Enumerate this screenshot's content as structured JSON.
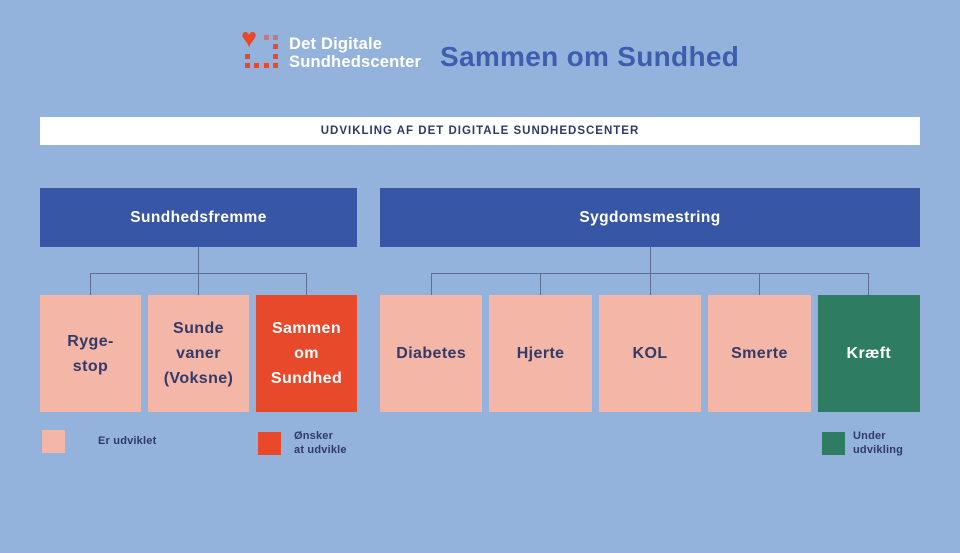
{
  "colors": {
    "background": "#93B3DC",
    "header": "#3856A6",
    "line": "#5F6E95",
    "banner_bg": "#FFFFFF",
    "banner_text": "#2F3A68",
    "title": "#3D5EAD",
    "accent_red": "#E8492A"
  },
  "status_colors": {
    "developed": {
      "bg": "#F4B6A6",
      "text": "#333A68"
    },
    "wish": {
      "bg": "#E8492A",
      "text": "#FFFFFF"
    },
    "under": {
      "bg": "#2E7D62",
      "text": "#FFFFFF"
    }
  },
  "logo": {
    "brand": "Det Digitale\nSundhedscenter",
    "title": "Sammen om Sundhed"
  },
  "banner": {
    "text": "UDVIKLING AF DET DIGITALE SUNDHEDSCENTER"
  },
  "groups": [
    {
      "title": "Sundhedsfremme",
      "children": [
        {
          "label": "Ryge-\nstop",
          "status": "developed"
        },
        {
          "label": "Sunde\nvaner\n(Voksne)",
          "status": "developed"
        },
        {
          "label": "Sammen\nom\nSundhed",
          "status": "wish"
        }
      ]
    },
    {
      "title": "Sygdomsmestring",
      "children": [
        {
          "label": "Diabetes",
          "status": "developed"
        },
        {
          "label": "Hjerte",
          "status": "developed"
        },
        {
          "label": "KOL",
          "status": "developed"
        },
        {
          "label": "Smerte",
          "status": "developed"
        },
        {
          "label": "Kræft",
          "status": "under"
        }
      ]
    }
  ],
  "legend": [
    {
      "label": "Er udviklet",
      "status": "developed"
    },
    {
      "label": "Ønsker\nat udvikle",
      "status": "wish"
    },
    {
      "label": "Under\nudvikling",
      "status": "under"
    }
  ]
}
